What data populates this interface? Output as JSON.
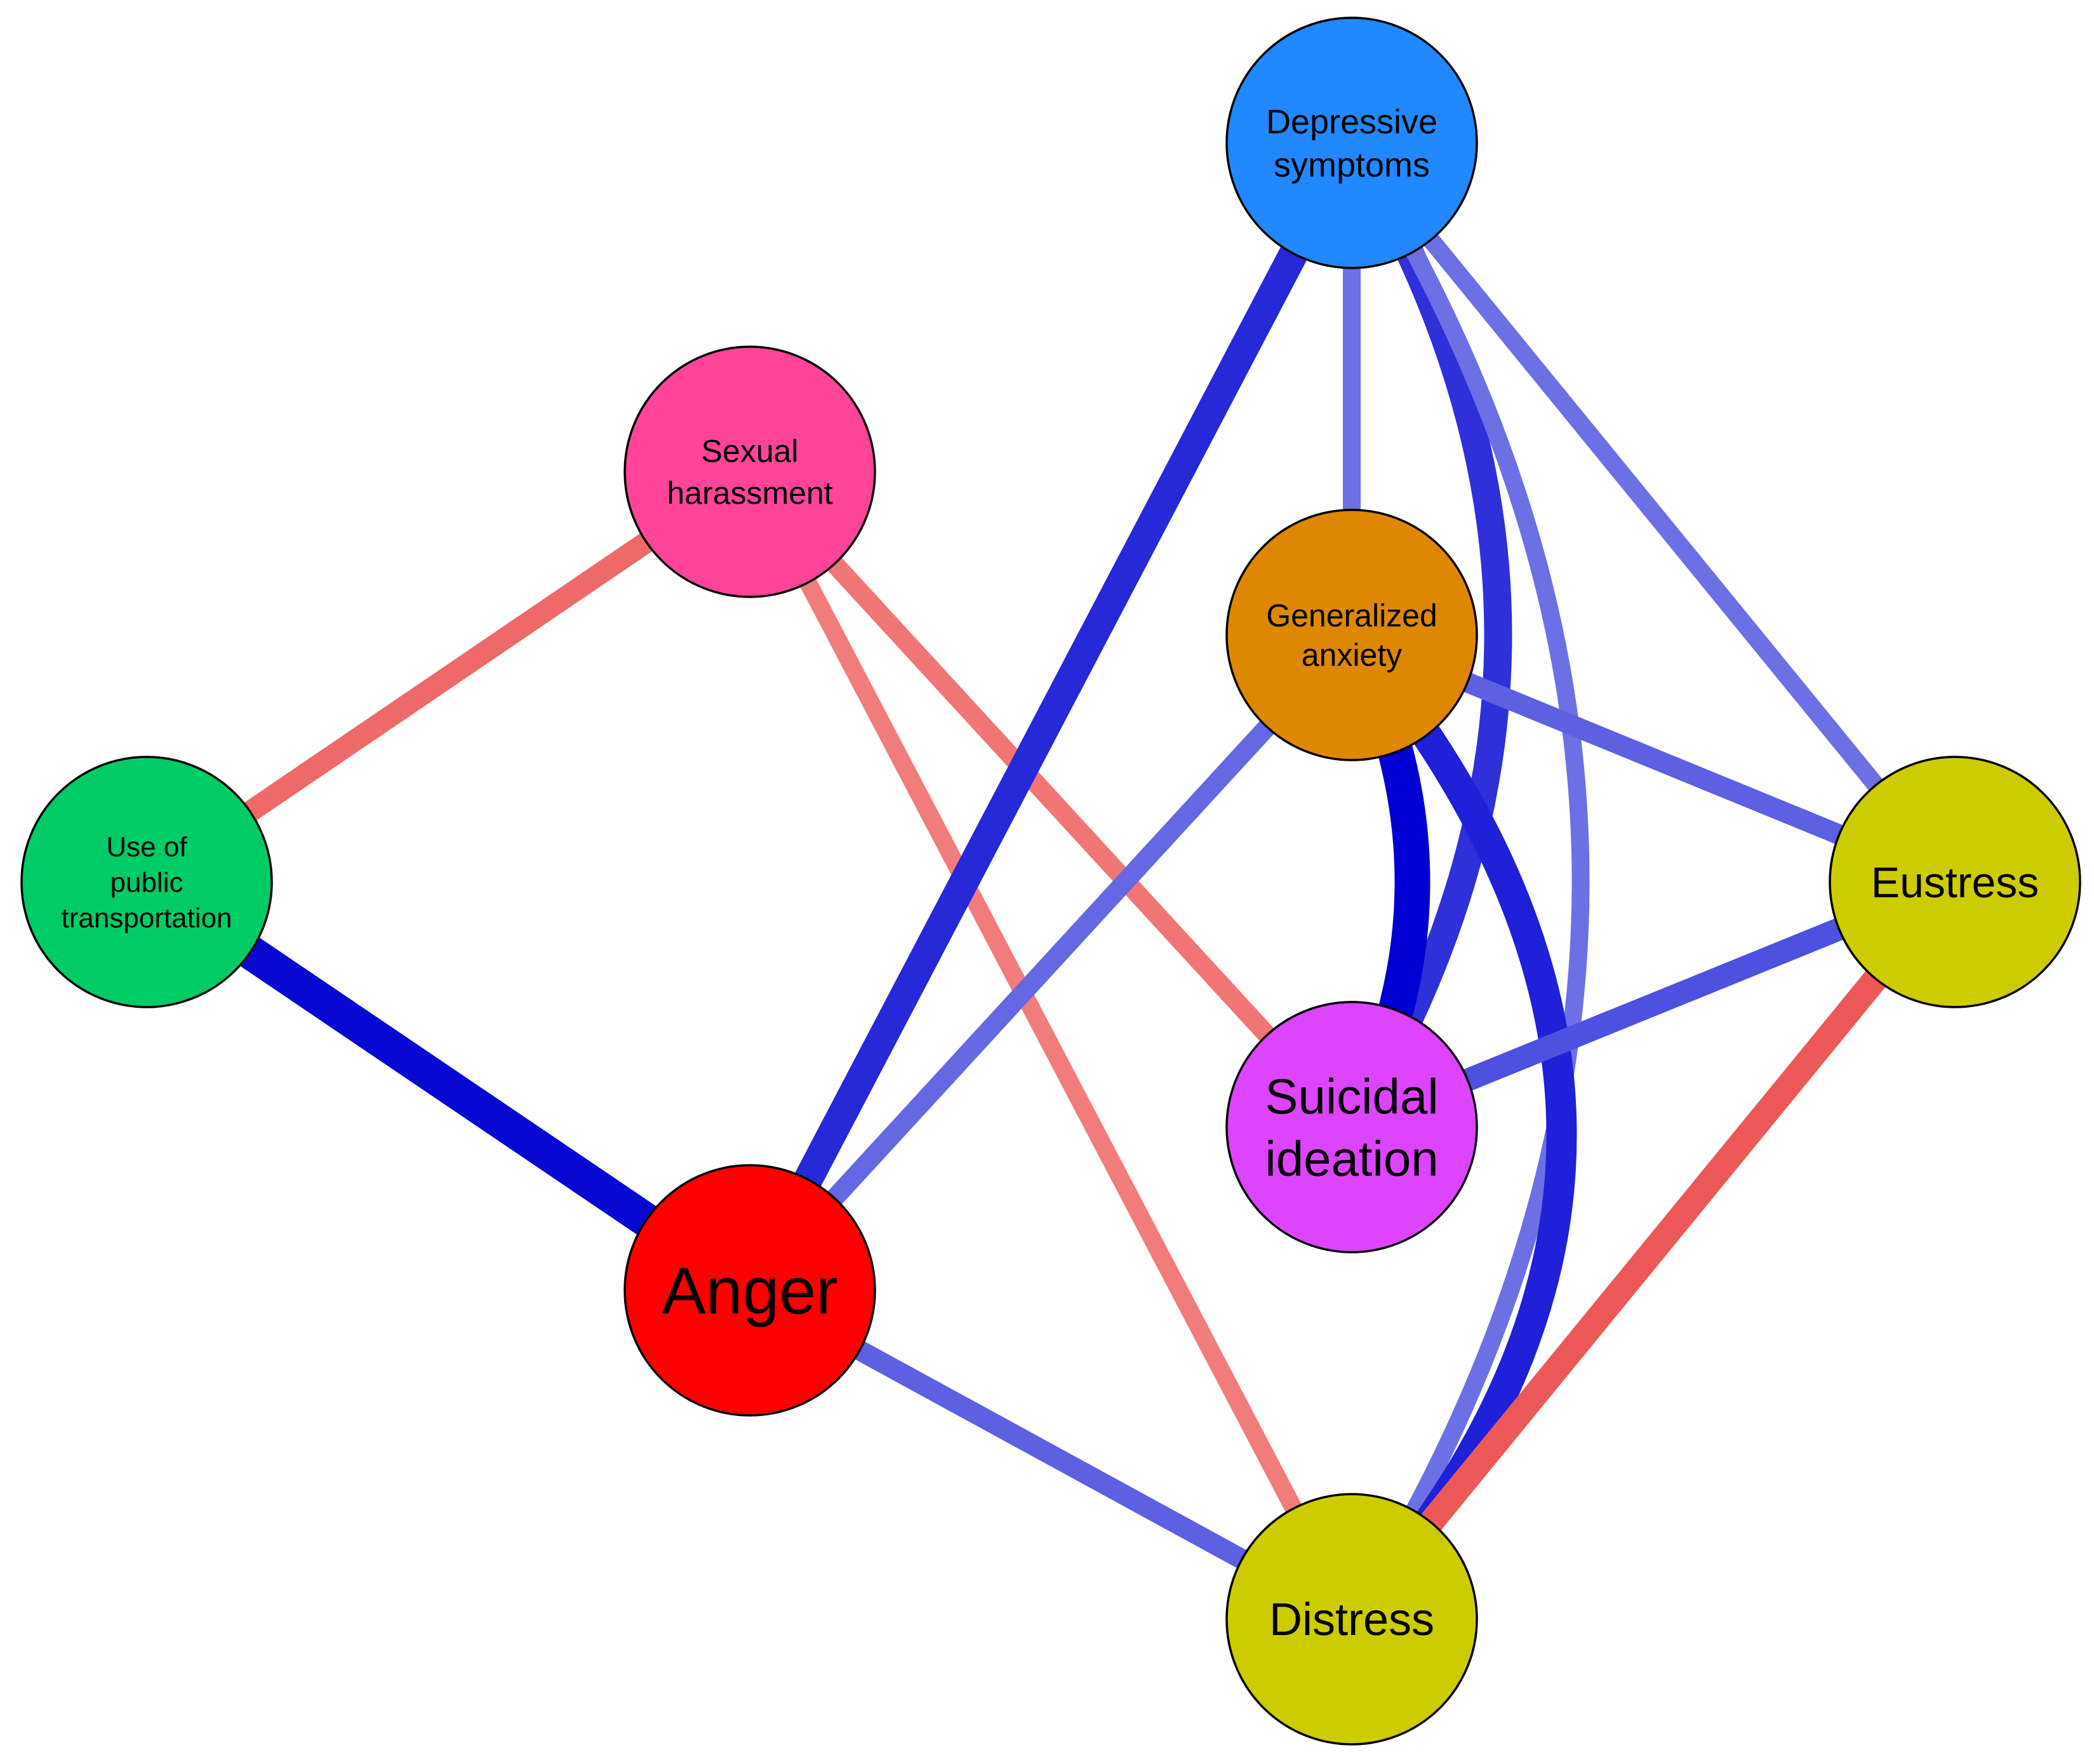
{
  "nodes": [
    {
      "id": "use_pt",
      "lines": [
        "Use of",
        "public",
        "transportation"
      ],
      "color": "#00cc66"
    },
    {
      "id": "sexual_harassment",
      "lines": [
        "Sexual",
        "harassment"
      ],
      "color": "#ff4499"
    },
    {
      "id": "anger",
      "lines": [
        "Anger"
      ],
      "color": "#ff0000"
    },
    {
      "id": "depressive",
      "lines": [
        "Depressive",
        "symptoms"
      ],
      "color": "#2288ff"
    },
    {
      "id": "gad",
      "lines": [
        "Generalized",
        "anxiety"
      ],
      "color": "#dd8800"
    },
    {
      "id": "suicidal",
      "lines": [
        "Suicidal",
        "ideation"
      ],
      "color": "#dd44ff"
    },
    {
      "id": "distress",
      "lines": [
        "Distress"
      ],
      "color": "#cccc00"
    },
    {
      "id": "eustress",
      "lines": [
        "Eustress"
      ],
      "color": "#cccc00"
    }
  ],
  "edges": [
    {
      "from": "use_pt",
      "to": "sexual_harassment",
      "sign": "negative",
      "strength": 0.45
    },
    {
      "from": "use_pt",
      "to": "anger",
      "sign": "positive",
      "strength": 0.95
    },
    {
      "from": "sexual_harassment",
      "to": "suicidal",
      "sign": "negative",
      "strength": 0.35
    },
    {
      "from": "sexual_harassment",
      "to": "distress",
      "sign": "negative",
      "strength": 0.3
    },
    {
      "from": "anger",
      "to": "depressive",
      "sign": "positive",
      "strength": 0.75
    },
    {
      "from": "anger",
      "to": "gad",
      "sign": "positive",
      "strength": 0.35
    },
    {
      "from": "anger",
      "to": "distress",
      "sign": "positive",
      "strength": 0.4
    },
    {
      "from": "depressive",
      "to": "gad",
      "sign": "positive",
      "strength": 0.3
    },
    {
      "from": "depressive",
      "to": "suicidal",
      "sign": "positive",
      "strength": 0.7
    },
    {
      "from": "depressive",
      "to": "distress",
      "sign": "positive",
      "strength": 0.3
    },
    {
      "from": "depressive",
      "to": "eustress",
      "sign": "positive",
      "strength": 0.3
    },
    {
      "from": "gad",
      "to": "suicidal",
      "sign": "positive",
      "strength": 1.0
    },
    {
      "from": "gad",
      "to": "distress",
      "sign": "positive",
      "strength": 0.8
    },
    {
      "from": "gad",
      "to": "eustress",
      "sign": "positive",
      "strength": 0.4
    },
    {
      "from": "suicidal",
      "to": "eustress",
      "sign": "positive",
      "strength": 0.5
    },
    {
      "from": "distress",
      "to": "eustress",
      "sign": "negative",
      "strength": 0.6
    }
  ]
}
